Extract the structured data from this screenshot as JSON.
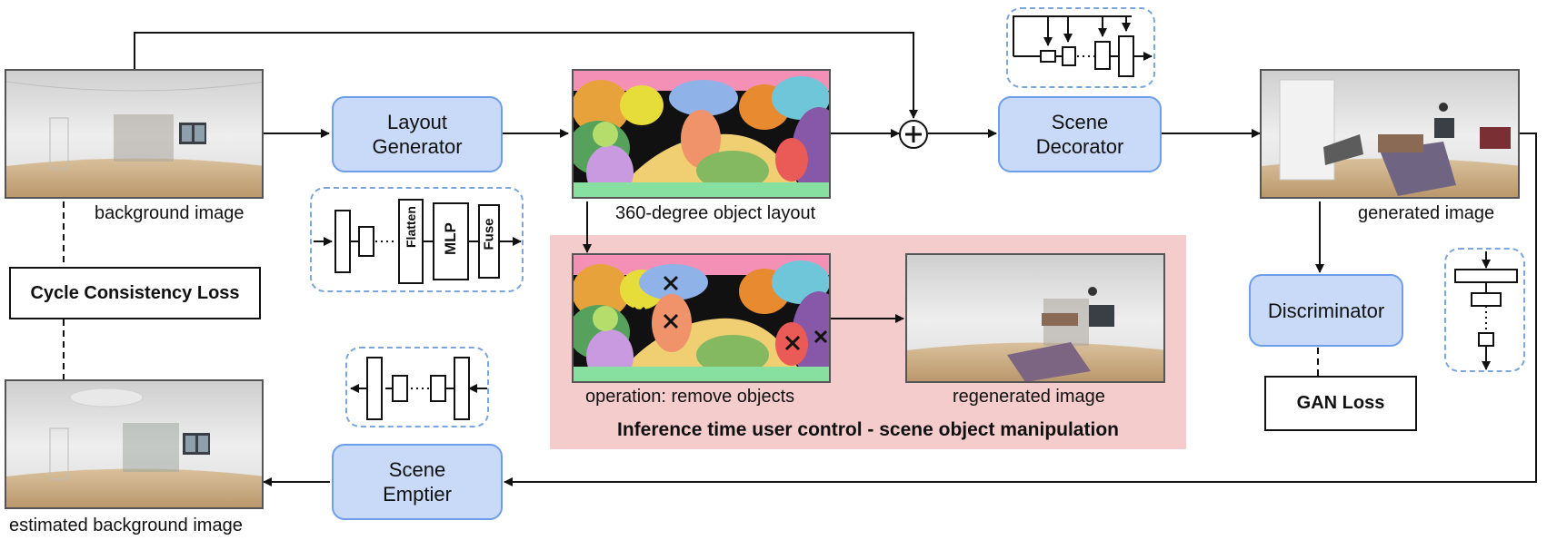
{
  "blocks": {
    "layout_generator": "Layout\nGenerator",
    "scene_decorator": "Scene\nDecorator",
    "scene_emptier": "Scene\nEmptier",
    "discriminator": "Discriminator"
  },
  "losses": {
    "cycle": "Cycle Consistency Loss",
    "gan": "GAN Loss"
  },
  "captions": {
    "background": "background image",
    "layout": "360-degree object layout",
    "generated": "generated image",
    "estimated": "estimated background image",
    "operation": "operation: remove objects",
    "regenerated": "regenerated image"
  },
  "inference_title": "Inference time user control - scene object manipulation",
  "mini_labels": {
    "flatten": "Flatten",
    "mlp": "MLP",
    "fuse": "Fuse"
  },
  "colors": {
    "block_fill": "#c9daf8",
    "block_border": "#6d9eeb",
    "inference_bg": "#f4cccc",
    "layout_pink": "#f48fb6",
    "layout_green": "#88e0a0"
  }
}
